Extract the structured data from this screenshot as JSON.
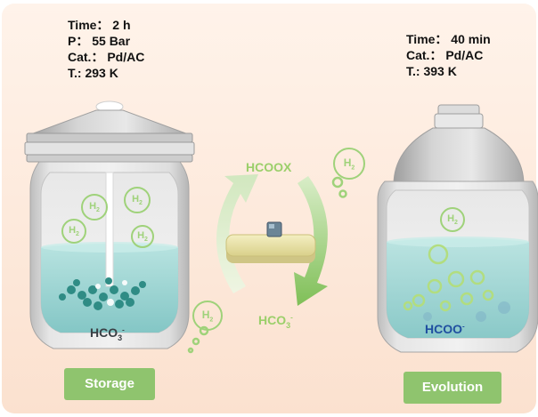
{
  "storage": {
    "conditions": [
      "Time： 2 h",
      "P： 55 Bar",
      "Cat.： Pd/AC",
      "T.: 293 K"
    ],
    "species": {
      "main": "HCO",
      "sub": "3",
      "sup": "-"
    },
    "tag": "Storage"
  },
  "evolution": {
    "conditions": [
      "Time： 40 min",
      "Cat.： Pd/AC",
      "T.: 393 K"
    ],
    "species": {
      "main": "HCOO",
      "sup": "-"
    },
    "tag": "Evolution"
  },
  "cycle": {
    "top": "HCOOX",
    "bottom": {
      "main": "HCO",
      "sub": "3",
      "sup": "-"
    }
  },
  "h2_label": {
    "main": "H",
    "sub": "2"
  },
  "colors": {
    "background": "#fdeadc",
    "liquid": "#9fd5d3",
    "green": "#8fc46e",
    "h2_green": "#9fd27a",
    "arrow_green": "#8fc46e",
    "vessel_grey": "#dcdcdc",
    "catalyst_pad": "#e9e2a6"
  }
}
